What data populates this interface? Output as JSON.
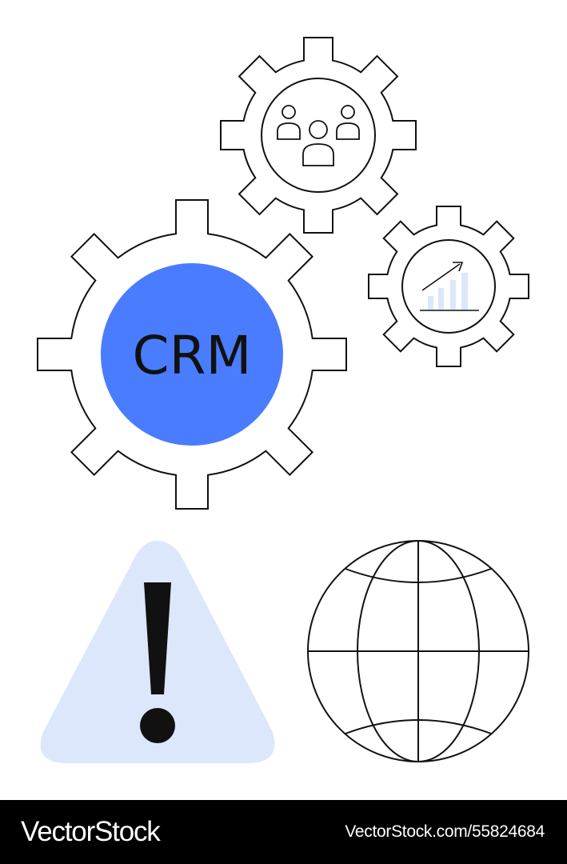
{
  "crm_label": "CRM",
  "footer": {
    "brand": "VectorStock",
    "stock_id": "VectorStock.com/55824684"
  },
  "colors": {
    "accent_blue": "#4a7cff",
    "light_blue": "#dce7fb",
    "stroke": "#111111",
    "footer_bg": "#000000"
  },
  "icons": [
    "gear-icon",
    "crm-gear-icon",
    "people-icon",
    "growth-chart-icon",
    "warning-icon",
    "globe-icon"
  ]
}
